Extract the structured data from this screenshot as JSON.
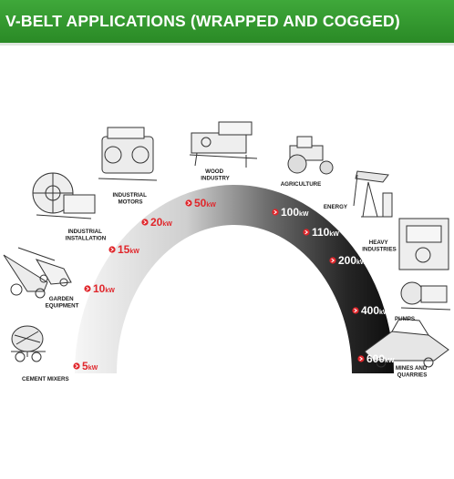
{
  "title": "V-BELT APPLICATIONS (WRAPPED AND COGGED)",
  "colors": {
    "banner": "#2e9a2a",
    "marker": "#e0262b",
    "arc_light": "#f4f4f4",
    "arc_dark": "#111111"
  },
  "power_ratings": [
    {
      "value": "5",
      "unit": "kW"
    },
    {
      "value": "10",
      "unit": "kW"
    },
    {
      "value": "15",
      "unit": "kW"
    },
    {
      "value": "20",
      "unit": "kW"
    },
    {
      "value": "50",
      "unit": "kW"
    },
    {
      "value": "100",
      "unit": "kW"
    },
    {
      "value": "110",
      "unit": "kW"
    },
    {
      "value": "200",
      "unit": "kW"
    },
    {
      "value": "400",
      "unit": "kW"
    },
    {
      "value": "600",
      "unit": "kW"
    }
  ],
  "applications": [
    {
      "lines": [
        "CEMENT MIXERS"
      ],
      "icon": "cement-mixer-icon"
    },
    {
      "lines": [
        "GARDEN",
        "EQUIPMENT"
      ],
      "icon": "lawn-mower-icon"
    },
    {
      "lines": [
        "INDUSTRIAL",
        "INSTALLATION"
      ],
      "icon": "industrial-fan-icon"
    },
    {
      "lines": [
        "INDUSTRIAL",
        "MOTORS"
      ],
      "icon": "engine-icon"
    },
    {
      "lines": [
        "WOOD",
        "INDUSTRY"
      ],
      "icon": "wood-machine-icon"
    },
    {
      "lines": [
        "AGRICULTURE"
      ],
      "icon": "tractor-icon"
    },
    {
      "lines": [
        "ENERGY"
      ],
      "icon": "oil-pump-icon"
    },
    {
      "lines": [
        "HEAVY",
        "INDUSTRIES"
      ],
      "icon": "heavy-machine-icon"
    },
    {
      "lines": [
        "PUMPS"
      ],
      "icon": "pump-icon"
    },
    {
      "lines": [
        "MINES AND",
        "QUARRIES"
      ],
      "icon": "crusher-icon"
    }
  ]
}
